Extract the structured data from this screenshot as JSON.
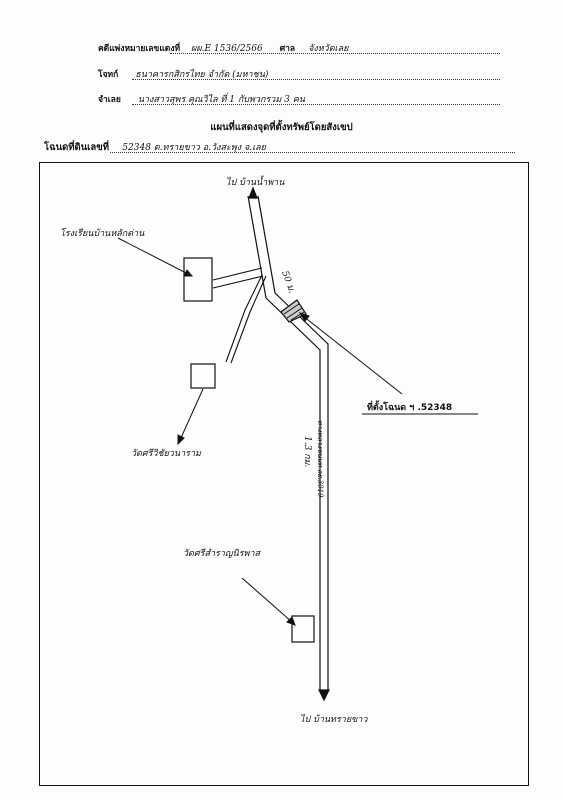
{
  "header": {
    "case_label": "คดีแพ่งหมายเลขแดงที่",
    "case_value": "ผผ.E 1536/2566",
    "court_label": "ศาล",
    "court_value": "จังหวัดเลย",
    "plaintiff_label": "โจทก์",
    "plaintiff_value": "ธนาคารกสิกรไทย จำกัด (มหาชน)",
    "defendant_label": "จำเลย",
    "defendant_value": "นางสาวสุพร คุณวิไล ที่ 1 กับพวกรวม 3 คน"
  },
  "title": "แผนที่แสดงจุดที่ตั้งทรัพย์โดยสังเขป",
  "deed": {
    "label": "โฉนดที่ดินเลขที่",
    "value": "52348  ต.ทรายขาว  อ.วังสะพุง  จ.เลย"
  },
  "map": {
    "top_road_label": "ไป บ้านน้ำพาน",
    "bottom_road_label": "ไป บ้านทรายขาว",
    "school_label": "โรงเรียนบ้านหลักด่าน",
    "temple1_label": "วัดศรีวิชัยวนาราม",
    "temple2_label": "วัดศรีสำราญนิรพาส",
    "property_label": "ที่ตั้งโฉนด ฯ .52348",
    "distance_small": "50 ม.",
    "distance_large": "1.3 กม.",
    "road_name": "ทางหลวงชนบท ลย.3019"
  }
}
